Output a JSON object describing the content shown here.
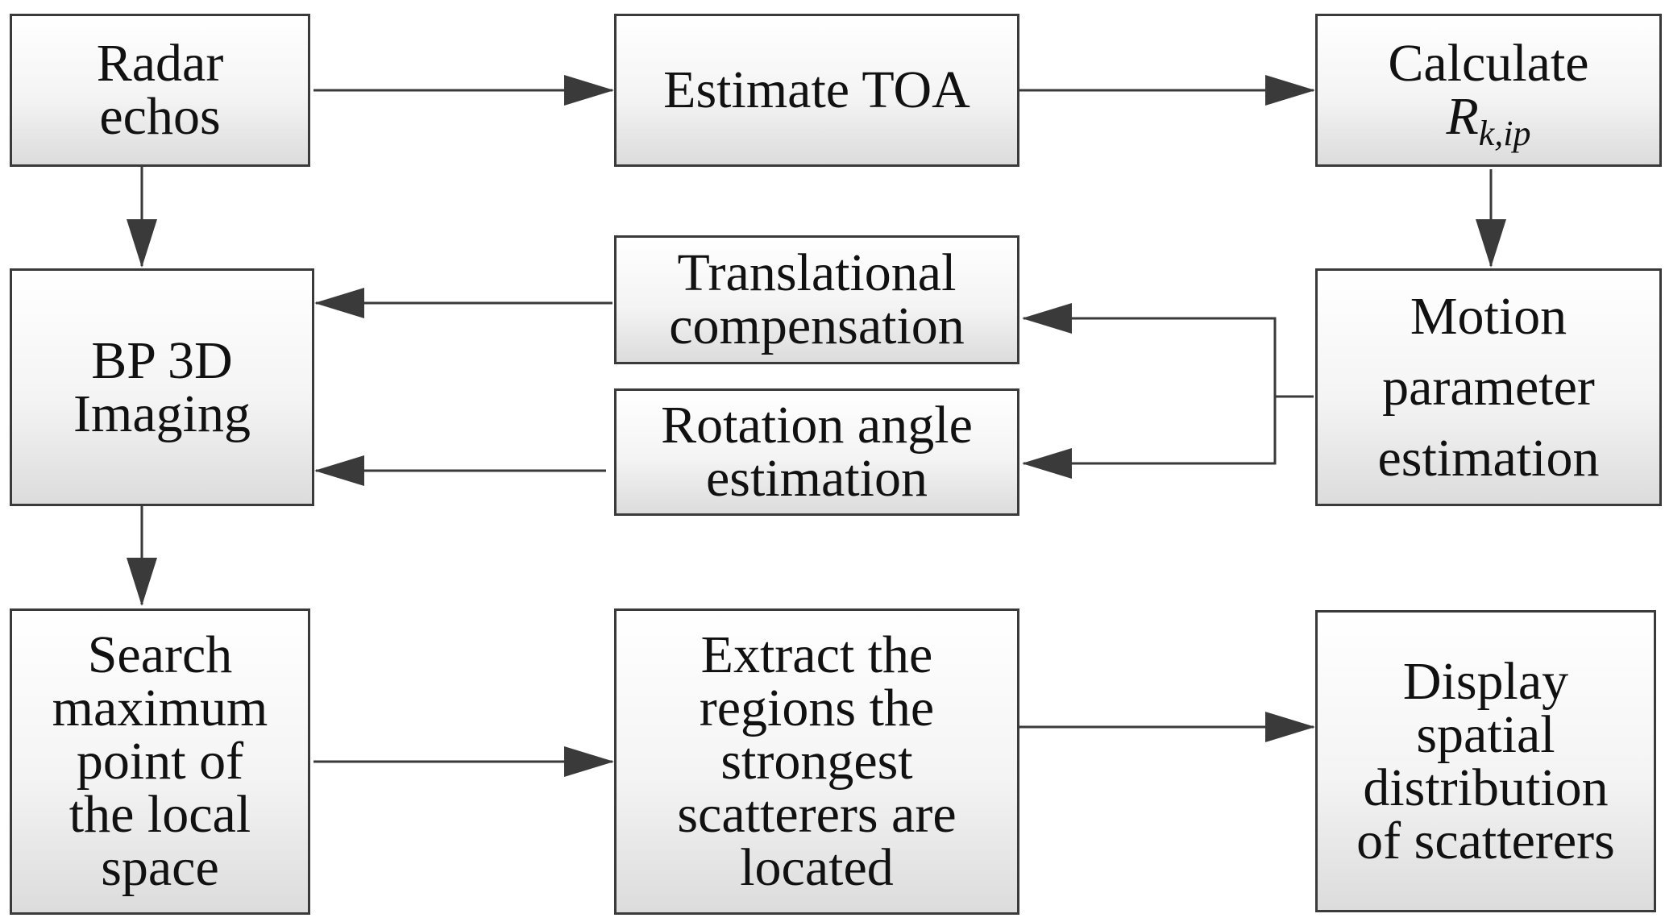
{
  "boxes": {
    "radar_echos": [
      "Radar",
      "echos"
    ],
    "estimate_toa": [
      "Estimate TOA"
    ],
    "calculate": {
      "line1": "Calculate",
      "symbol": "R",
      "subscript": "k,ip"
    },
    "bp_imaging": [
      "BP 3D",
      "Imaging"
    ],
    "translational": [
      "Translational",
      "compensation"
    ],
    "rotation": [
      "Rotation angle",
      "estimation"
    ],
    "motion": [
      "Motion",
      "parameter",
      "estimation"
    ],
    "search": [
      "Search",
      "maximum",
      "point of",
      "the local",
      "space"
    ],
    "extract": [
      "Extract the",
      "regions the",
      "strongest",
      "scatterers are",
      "located"
    ],
    "display": [
      "Display",
      "spatial",
      "distribution",
      "of scatterers"
    ]
  },
  "colors": {
    "line": "#3a3a3a",
    "border": "#3a3a3a",
    "text": "#111111"
  }
}
